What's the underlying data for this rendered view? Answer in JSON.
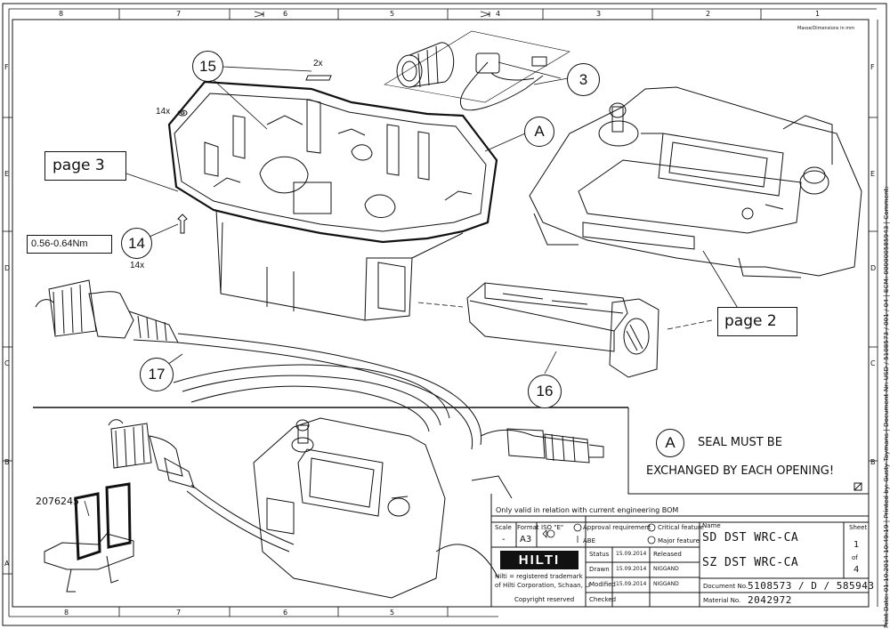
{
  "zones_top": [
    "8",
    "7",
    "6",
    "5",
    "4",
    "3",
    "2",
    "1"
  ],
  "zones_side": [
    "F",
    "E",
    "D",
    "C",
    "B",
    "A"
  ],
  "dimensions_note": "Masse/Dimensions in mm",
  "side_strip": "Print Date: 01.10.2014 10:49:19 | Printed by: Gusty Taymans | Document-Nr: USD / 5108573 / 001 / 04 | ECM: 000000585943 | Comment:",
  "callouts": {
    "c15": "15",
    "c3": "3",
    "cA": "A",
    "c14": "14",
    "c17": "17",
    "c16": "16"
  },
  "labels": {
    "qty_2x": "2x",
    "qty_14x_top": "14x",
    "qty_14x_bottom": "14x",
    "torque": "0.56-0.64Nm",
    "page3": "page 3",
    "page2": "page 2",
    "part_no": "2076245"
  },
  "note": {
    "letter": "A",
    "line1": "SEAL MUST BE",
    "line2": "EXCHANGED BY EACH OPENING!"
  },
  "title_block": {
    "validity": "Only valid in relation with current engineering BOM",
    "scale_label": "Scale",
    "scale_value": "-",
    "format_label": "Format",
    "format_value": "A3",
    "iso_label": "ISO \"E\"",
    "approval": "Approval requirement",
    "abe": "ABE",
    "critical": "Critical feature",
    "major": "Major feature",
    "name_label": "Name",
    "name1": "SD DST WRC-CA",
    "name2": "SZ DST WRC-CA",
    "sheet_label": "Sheet",
    "sheet_no": "1",
    "sheet_of": "of",
    "sheet_total": "4",
    "logo": "HILTI",
    "trademark1": "Hilti = registered trademark",
    "trademark2": "of Hilti Corporation, Schaan, LI",
    "copyright": "Copyright reserved",
    "rows": [
      {
        "label": "Status",
        "date": "15.09.2014",
        "value": "Released"
      },
      {
        "label": "Drawn",
        "date": "15.09.2014",
        "value": "NIGGAND"
      },
      {
        "label": "Modified",
        "date": "15.09.2014",
        "value": "NIGGAND"
      },
      {
        "label": "Checked",
        "date": "",
        "value": ""
      }
    ],
    "doc_label": "Document No.",
    "doc_value": "5108573 / D / 585943",
    "mat_label": "Material No.",
    "mat_value": "2042972"
  }
}
